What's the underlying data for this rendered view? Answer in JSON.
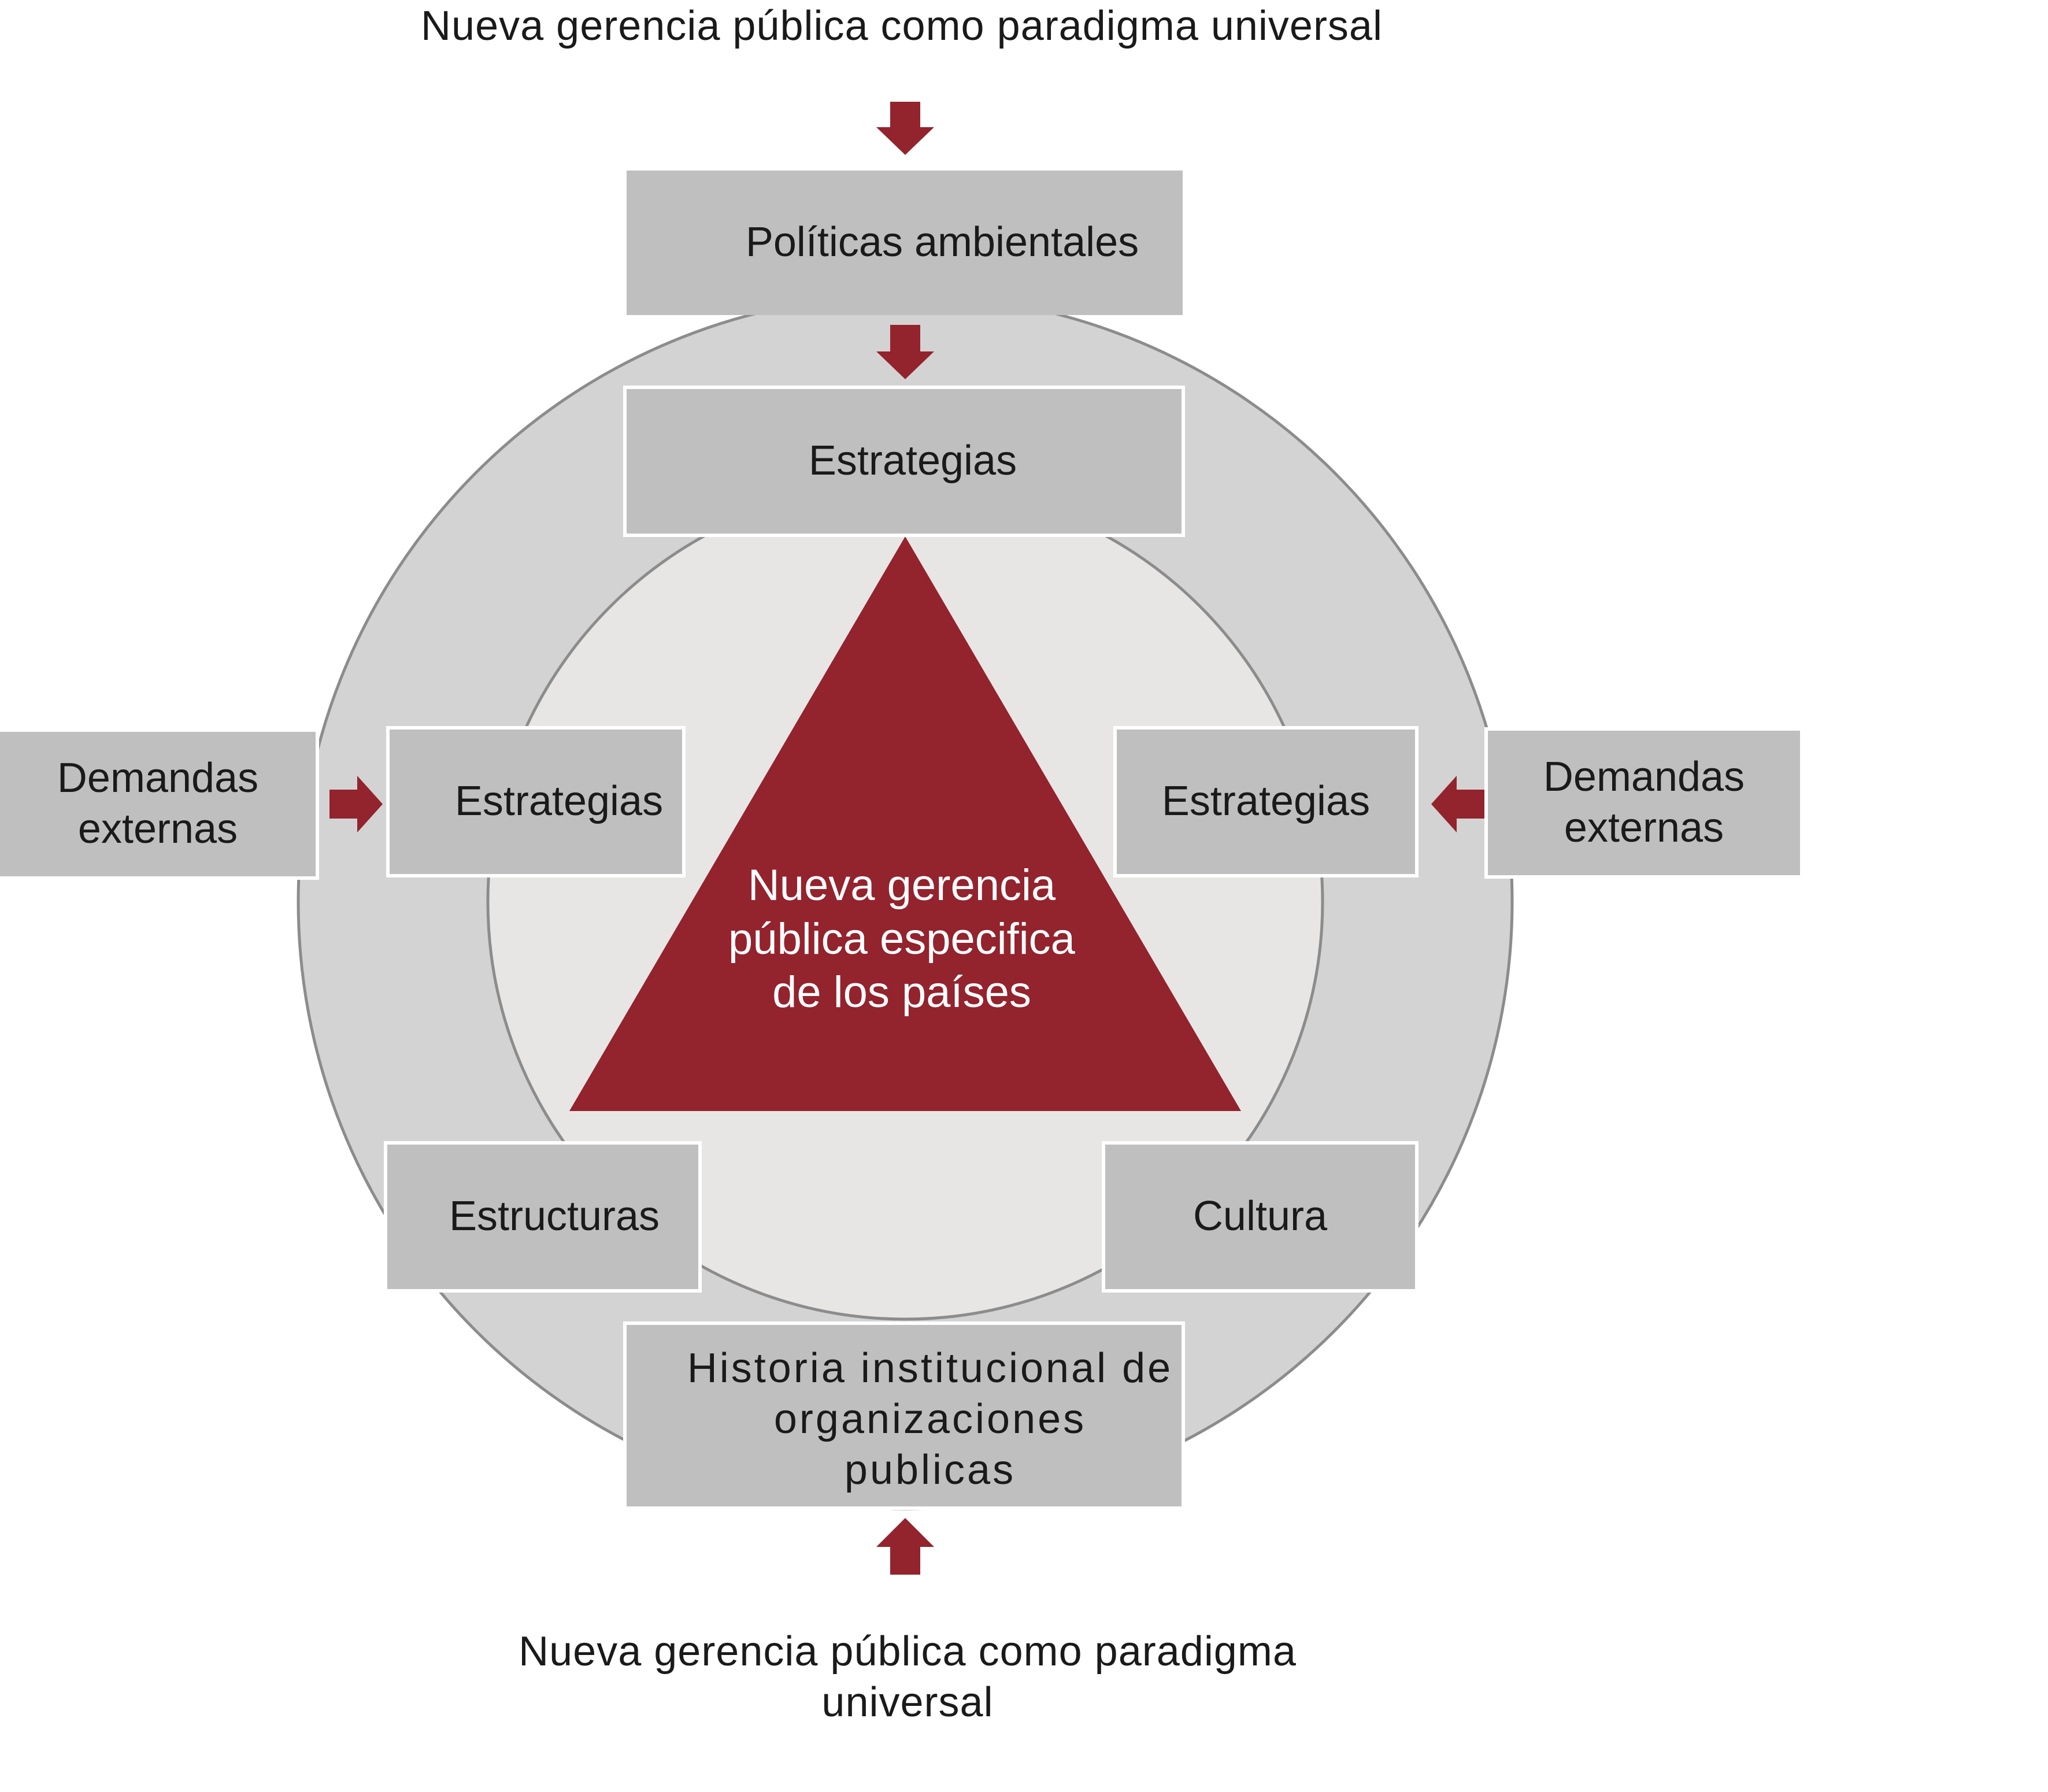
{
  "top_label": "Nueva gerencia pública como paradigma universal",
  "bottom_label": "Nueva gerencia pública como paradigma universal",
  "boxes": {
    "politicas": "Políticas ambientales",
    "estrategias_top": "Estrategias",
    "estrategias_left": "Estrategias",
    "estrategias_right": "Estrategias",
    "estructuras": "Estructuras",
    "cultura": "Cultura",
    "historia": "Historia institucional de organizaciones publicas",
    "demandas_left": "Demandas externas",
    "demandas_right": "Demandas externas"
  },
  "center_text": "Nueva gerencia pública especifica de los países",
  "colors": {
    "arrow": "#93232d",
    "triangle": "#93232d",
    "outer_circle": "#d3d3d3",
    "inner_circle": "#e8e6e5",
    "box": "#bfbfbf",
    "circle_stroke": "#8c8c8c"
  }
}
